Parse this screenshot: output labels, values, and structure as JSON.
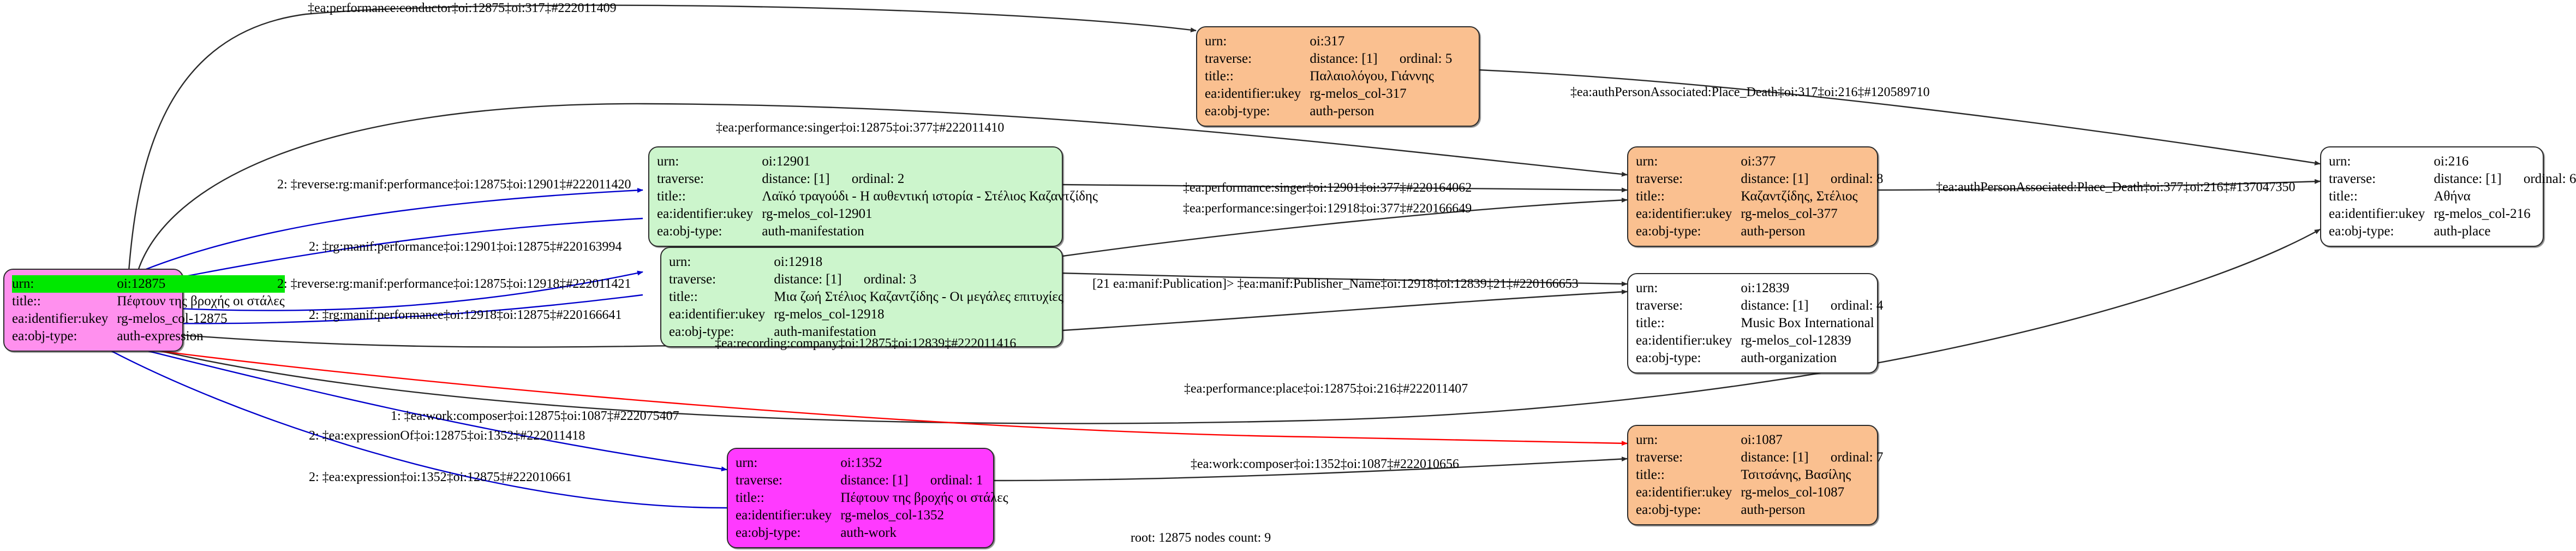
{
  "graph": {
    "footer": "root: 12875 nodes count: 9",
    "colors": {
      "root_fill": "#ff90ee",
      "urn_highlight": "#00e800",
      "work_fill": "#ff3aff",
      "person_fill": "#fac090",
      "manifestation_fill": "#ccf5cc",
      "plain_fill": "#ffffff",
      "edge_black": "#2a2a2a",
      "edge_blue": "#0000cc",
      "edge_red": "#ff0000"
    },
    "labels": {
      "urn": "urn:",
      "traverse": "traverse:",
      "title": "title::",
      "ukey": "ea:identifier:ukey",
      "objtype": "ea:obj-type:"
    },
    "nodes": [
      {
        "id": "n12875",
        "style": "violet",
        "urn": "oi:12875",
        "traverse": null,
        "title": "Πέφτουν της βροχής οι στάλες",
        "ukey": "rg-melos_col-12875",
        "objtype": "auth-expression"
      },
      {
        "id": "n317",
        "style": "orange",
        "urn": "oi:317",
        "distance": "distance: [1]",
        "ordinal": "ordinal: 5",
        "title": "Παλαιολόγου, Γιάννης",
        "ukey": "rg-melos_col-317",
        "objtype": "auth-person"
      },
      {
        "id": "n12901",
        "style": "green",
        "urn": "oi:12901",
        "distance": "distance: [1]",
        "ordinal": "ordinal: 2",
        "title": "Λαϊκό τραγούδι - Η αυθεντική ιστορία - Στέλιος Καζαντζίδης",
        "ukey": "rg-melos_col-12901",
        "objtype": "auth-manifestation"
      },
      {
        "id": "n12918",
        "style": "green",
        "urn": "oi:12918",
        "distance": "distance: [1]",
        "ordinal": "ordinal: 3",
        "title": "Μια ζωή Στέλιος Καζαντζίδης - Οι μεγάλες επιτυχίες",
        "ukey": "rg-melos_col-12918",
        "objtype": "auth-manifestation"
      },
      {
        "id": "n377",
        "style": "orange",
        "urn": "oi:377",
        "distance": "distance: [1]",
        "ordinal": "ordinal: 8",
        "title": "Καζαντζίδης, Στέλιος",
        "ukey": "rg-melos_col-377",
        "objtype": "auth-person"
      },
      {
        "id": "n12839",
        "style": "white",
        "urn": "oi:12839",
        "distance": "distance: [1]",
        "ordinal": "ordinal: 4",
        "title": "Music Box International",
        "ukey": "rg-melos_col-12839",
        "objtype": "auth-organization"
      },
      {
        "id": "n216",
        "style": "white",
        "urn": "oi:216",
        "distance": "distance: [1]",
        "ordinal": "ordinal: 6",
        "title": "Αθήνα",
        "ukey": "rg-melos_col-216",
        "objtype": "auth-place"
      },
      {
        "id": "n1352",
        "style": "magenta",
        "urn": "oi:1352",
        "distance": "distance: [1]",
        "ordinal": "ordinal: 1",
        "title": "Πέφτουν της βροχής οι στάλες",
        "ukey": "rg-melos_col-1352",
        "objtype": "auth-work"
      },
      {
        "id": "n1087",
        "style": "orange",
        "urn": "oi:1087",
        "distance": "distance: [1]",
        "ordinal": "ordinal: 7",
        "title": "Τσιτσάνης, Βασίλης",
        "ukey": "rg-melos_col-1087",
        "objtype": "auth-person"
      }
    ],
    "edges": [
      {
        "id": "e1",
        "label": "‡ea:performance:conductor‡oi:12875‡oi:317‡#222011409"
      },
      {
        "id": "e2",
        "label": "‡ea:performance:singer‡oi:12875‡oi:377‡#222011410"
      },
      {
        "id": "e3",
        "label": "2: ‡reverse:rg:manif:performance‡oi:12875‡oi:12901‡#222011420"
      },
      {
        "id": "e4",
        "label": "2: ‡rg:manif:performance‡oi:12901‡oi:12875‡#220163994"
      },
      {
        "id": "e5",
        "label": "2: ‡reverse:rg:manif:performance‡oi:12875‡oi:12918‡#222011421"
      },
      {
        "id": "e6",
        "label": "2: ‡rg:manif:performance‡oi:12918‡oi:12875‡#220166641"
      },
      {
        "id": "e7",
        "label": "‡ea:recording:company‡oi:12875‡oi:12839‡#222011416"
      },
      {
        "id": "e8",
        "label": "‡ea:performance:singer‡oi:12901‡oi:377‡#220164062"
      },
      {
        "id": "e9",
        "label": "‡ea:performance:singer‡oi:12918‡oi:377‡#220166649"
      },
      {
        "id": "e10",
        "label": "[21 ea:manif:Publication]> ‡ea:manif:Publisher_Name‡oi:12918‡oi:12839‡21‡#220166653"
      },
      {
        "id": "e11",
        "label": "‡ea:authPersonAssociated:Place_Death‡oi:317‡oi:216‡#120589710"
      },
      {
        "id": "e12",
        "label": "‡ea:authPersonAssociated:Place_Death‡oi:377‡oi:216‡#137047350"
      },
      {
        "id": "e13",
        "label": "‡ea:performance:place‡oi:12875‡oi:216‡#222011407"
      },
      {
        "id": "e14",
        "label": "1: ‡ea:work:composer‡oi:12875‡oi:1087‡#222075407"
      },
      {
        "id": "e15",
        "label": "2: ‡ea:expressionOf‡oi:12875‡oi:1352‡#222011418"
      },
      {
        "id": "e16",
        "label": "2: ‡ea:expression‡oi:1352‡oi:12875‡#222010661"
      },
      {
        "id": "e17",
        "label": "‡ea:work:composer‡oi:1352‡oi:1087‡#222010656"
      }
    ]
  }
}
